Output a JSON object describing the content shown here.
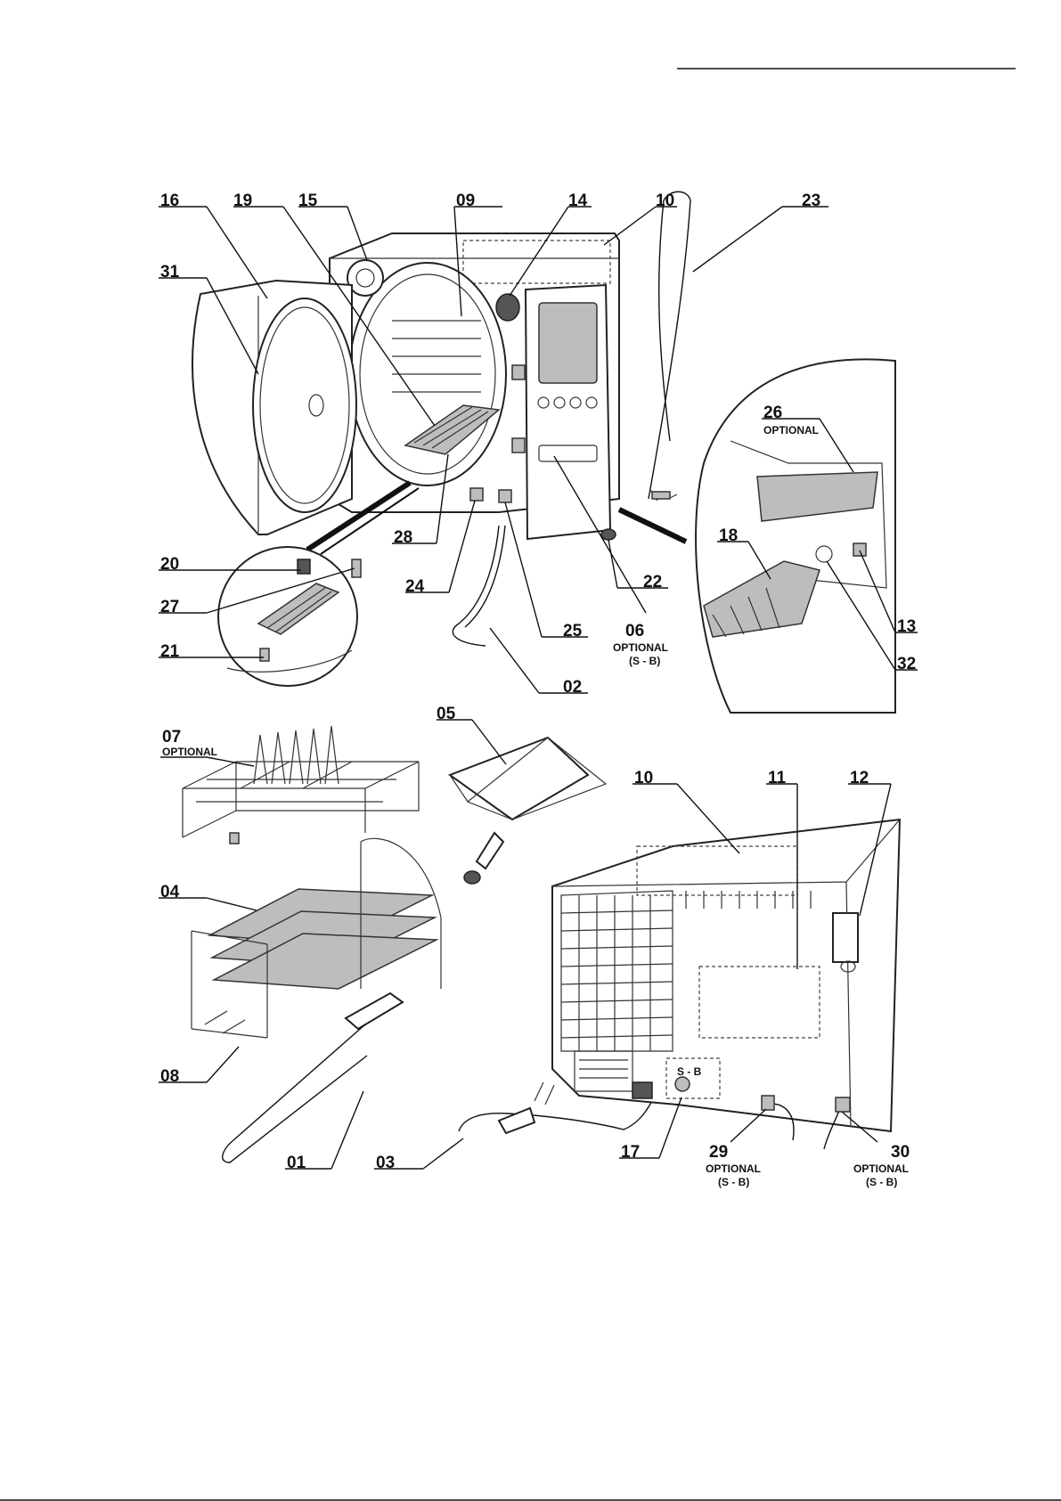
{
  "labels": {
    "l16": "16",
    "l19": "19",
    "l15": "15",
    "l09": "09",
    "l14": "14",
    "l10a": "10",
    "l23": "23",
    "l31": "31",
    "l26": "26",
    "l26opt": "OPTIONAL",
    "l18": "18",
    "l20": "20",
    "l27": "27",
    "l21": "21",
    "l28": "28",
    "l24": "24",
    "l25": "25",
    "l02": "02",
    "l06": "06",
    "l06opt": "OPTIONAL",
    "l06sb": "(S - B)",
    "l22": "22",
    "l13": "13",
    "l32": "32",
    "l05": "05",
    "l07": "07",
    "l07opt": "OPTIONAL",
    "l04": "04",
    "l08": "08",
    "l01": "01",
    "l03": "03",
    "l10b": "10",
    "l11": "11",
    "l12": "12",
    "l17": "17",
    "l29": "29",
    "l29opt": "OPTIONAL",
    "l29sb": "(S - B)",
    "l30": "30",
    "l30opt": "OPTIONAL",
    "l30sb": "(S - B)",
    "sb_small": "S - B"
  },
  "colors": {
    "ink": "#111111",
    "grey": "#bdbdbd",
    "background": "#ffffff"
  }
}
